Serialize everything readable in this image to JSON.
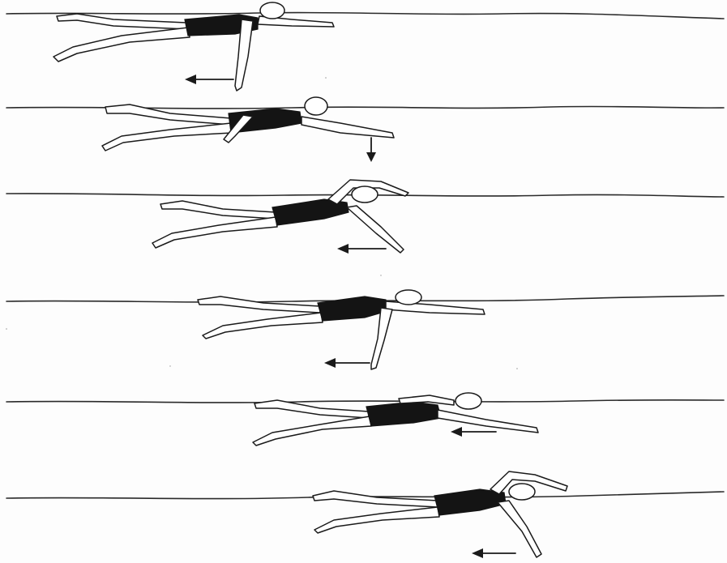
{
  "illustration": {
    "subject": "freestyle-swim-stroke-sequence",
    "frame_count": 6,
    "colors": {
      "ink": "#1a1a1a",
      "paper": "#fdfdfd",
      "swimsuit": "#141414"
    },
    "frames": [
      {
        "index": 1,
        "arm_phase": "pull-down",
        "arrow_direction": "left"
      },
      {
        "index": 2,
        "arm_phase": "entry",
        "arrow_direction": "down"
      },
      {
        "index": 3,
        "arm_phase": "recovery-over-head",
        "arrow_direction": "left"
      },
      {
        "index": 4,
        "arm_phase": "pull-down",
        "arrow_direction": "left"
      },
      {
        "index": 5,
        "arm_phase": "extended-glide",
        "arrow_direction": "left"
      },
      {
        "index": 6,
        "arm_phase": "recovery-over-head",
        "arrow_direction": "left"
      }
    ]
  }
}
